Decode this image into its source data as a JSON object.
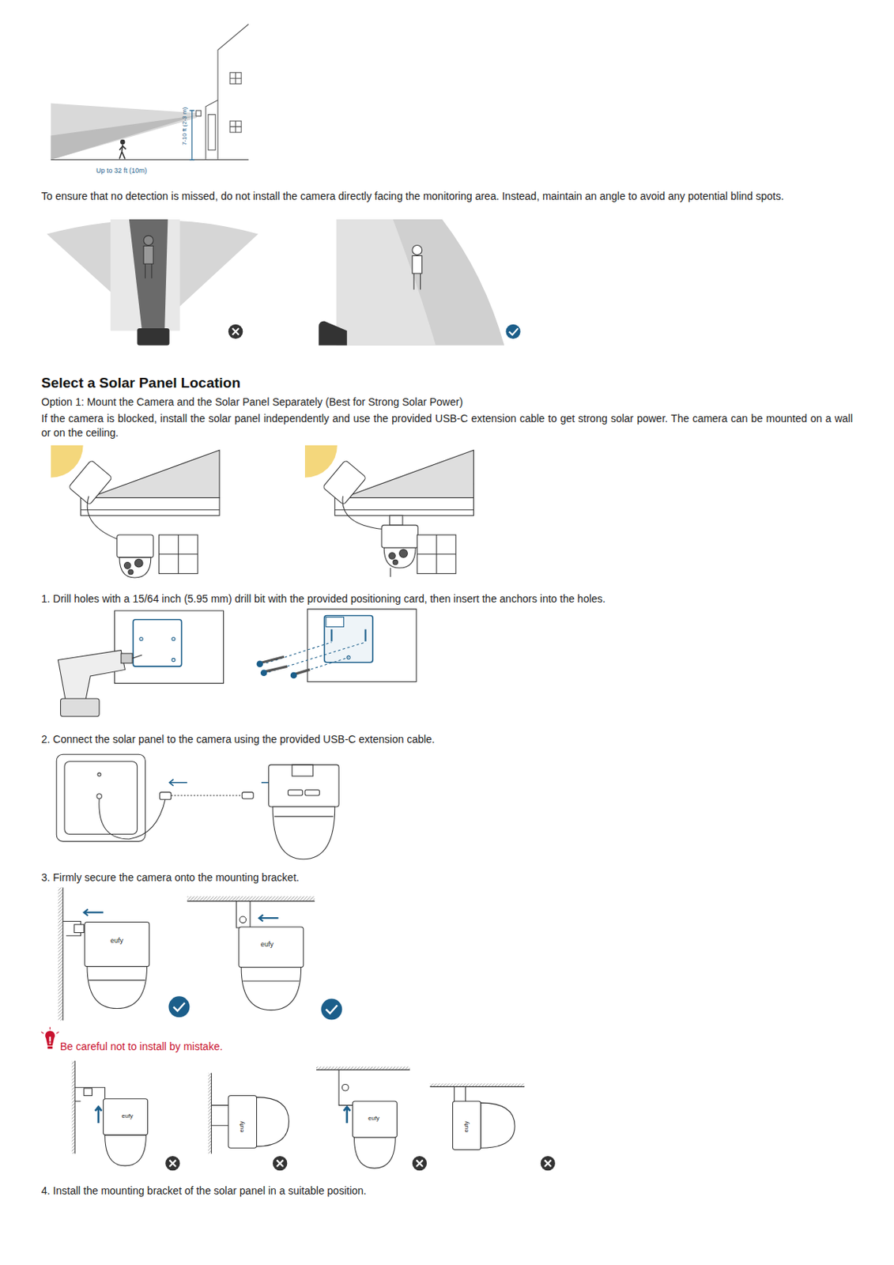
{
  "diagram": {
    "title": "Select a Solar Panel Location",
    "labels": [
      "Up to 32 ft (10m)",
      "7-10 ft (2-3 m)",
      "To ensure that no detection is missed, do not install the camera directly facing the monitoring area. Instead, maintain an angle to avoid any potential blind spots.",
      "Option 1: Mount the Camera and the Solar Panel Separately (Best for Strong Solar Power)",
      "If the camera is blocked, install the solar panel independently and use the provided USB-C extension cable to get strong solar power. The camera can be mounted on a wall or on the ceiling.",
      "1. Drill holes with a 15/64 inch (5.95 mm) drill bit with the provided positioning card, then insert the anchors into the holes.",
      "2. Connect the solar panel to the camera using the provided USB-C extension cable.",
      "3. Firmly secure the camera onto the mounting bracket.",
      "eufy",
      "eufy",
      "Be careful not to install by mistake.",
      "eufy",
      "eufy",
      "eufy",
      "eufy",
      "4. Install the mounting bracket of the solar panel in a suitable position."
    ]
  }
}
